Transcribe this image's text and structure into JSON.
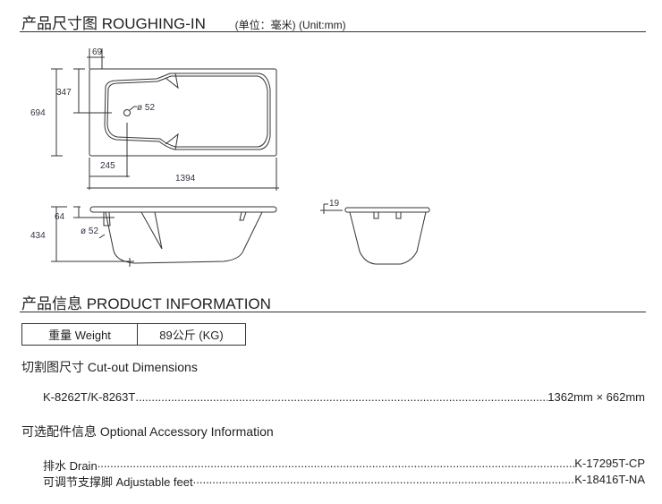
{
  "roughing": {
    "title": "产品尺寸图  ROUGHING-IN",
    "unit": "(单位：毫米) (Unit:mm)"
  },
  "dims": {
    "d69": "69",
    "d347": "347",
    "d694": "694",
    "d52": "ø 52",
    "d245": "245",
    "d1394": "1394",
    "d64": "64",
    "d434": "434",
    "d52b": "ø 52",
    "d19": "19"
  },
  "product": {
    "title": "产品信息  PRODUCT INFORMATION",
    "weight_label": "重量 Weight",
    "weight_value": "89公斤 (KG)"
  },
  "cutout": {
    "title": "切割图尺寸 Cut-out Dimensions",
    "model": "K-8262T/K-8263T",
    "value": "1362mm × 662mm"
  },
  "accessory": {
    "title": "可选配件信息 Optional Accessory Information",
    "items": [
      {
        "label": "排水 Drain",
        "value": "K-17295T-CP"
      },
      {
        "label": "可调节支撑脚 Adjustable feet",
        "value": "K-18416T-NA"
      }
    ]
  }
}
